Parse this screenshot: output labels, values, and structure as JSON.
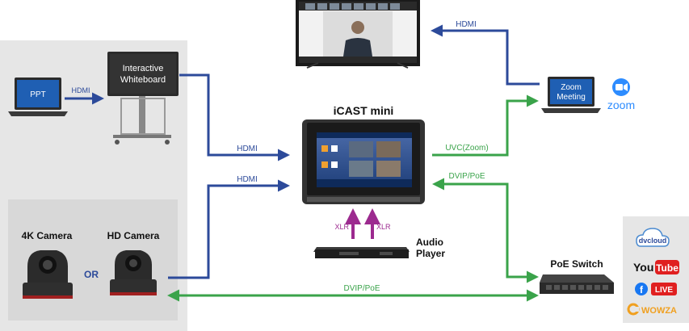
{
  "labels": {
    "ppt": "PPT",
    "hdmi_ppt": "HDMI",
    "whiteboard_line1": "Interactive",
    "whiteboard_line2": "Whiteboard",
    "hdmi_whiteboard": "HDMI",
    "hdmi_camera": "HDMI",
    "hdmi_tv": "HDMI",
    "zoom_meeting_line1": "Zoom",
    "zoom_meeting_line2": "Meeting",
    "zoom_logo_text": "zoom",
    "icast_title": "iCAST mini",
    "uvc_zoom": "UVC(Zoom)",
    "dvip_poe_right": "DVIP/PoE",
    "xlr_left": "XLR",
    "xlr_right": "XLR",
    "audio_player_line1": "Audio",
    "audio_player_line2": "Player",
    "cam4k": "4K Camera",
    "camhd": "HD Camera",
    "or": "OR",
    "dvip_poe_bottom": "DVIP/PoE",
    "poe_switch": "PoE Switch",
    "platform_dvcloud": "dvcloud",
    "platform_you": "You",
    "platform_tube": "Tube",
    "platform_live": "LIVE",
    "platform_wowza": "WOWZA"
  },
  "colors": {
    "hdmi_blue": "#2c4a9a",
    "uvc_green": "#3aa34a",
    "xlr_purple": "#9c2a8f",
    "zoom_blue": "#2d8cff",
    "panel_gray": "#e6e6e6",
    "device_dark": "#2b2b2b"
  }
}
